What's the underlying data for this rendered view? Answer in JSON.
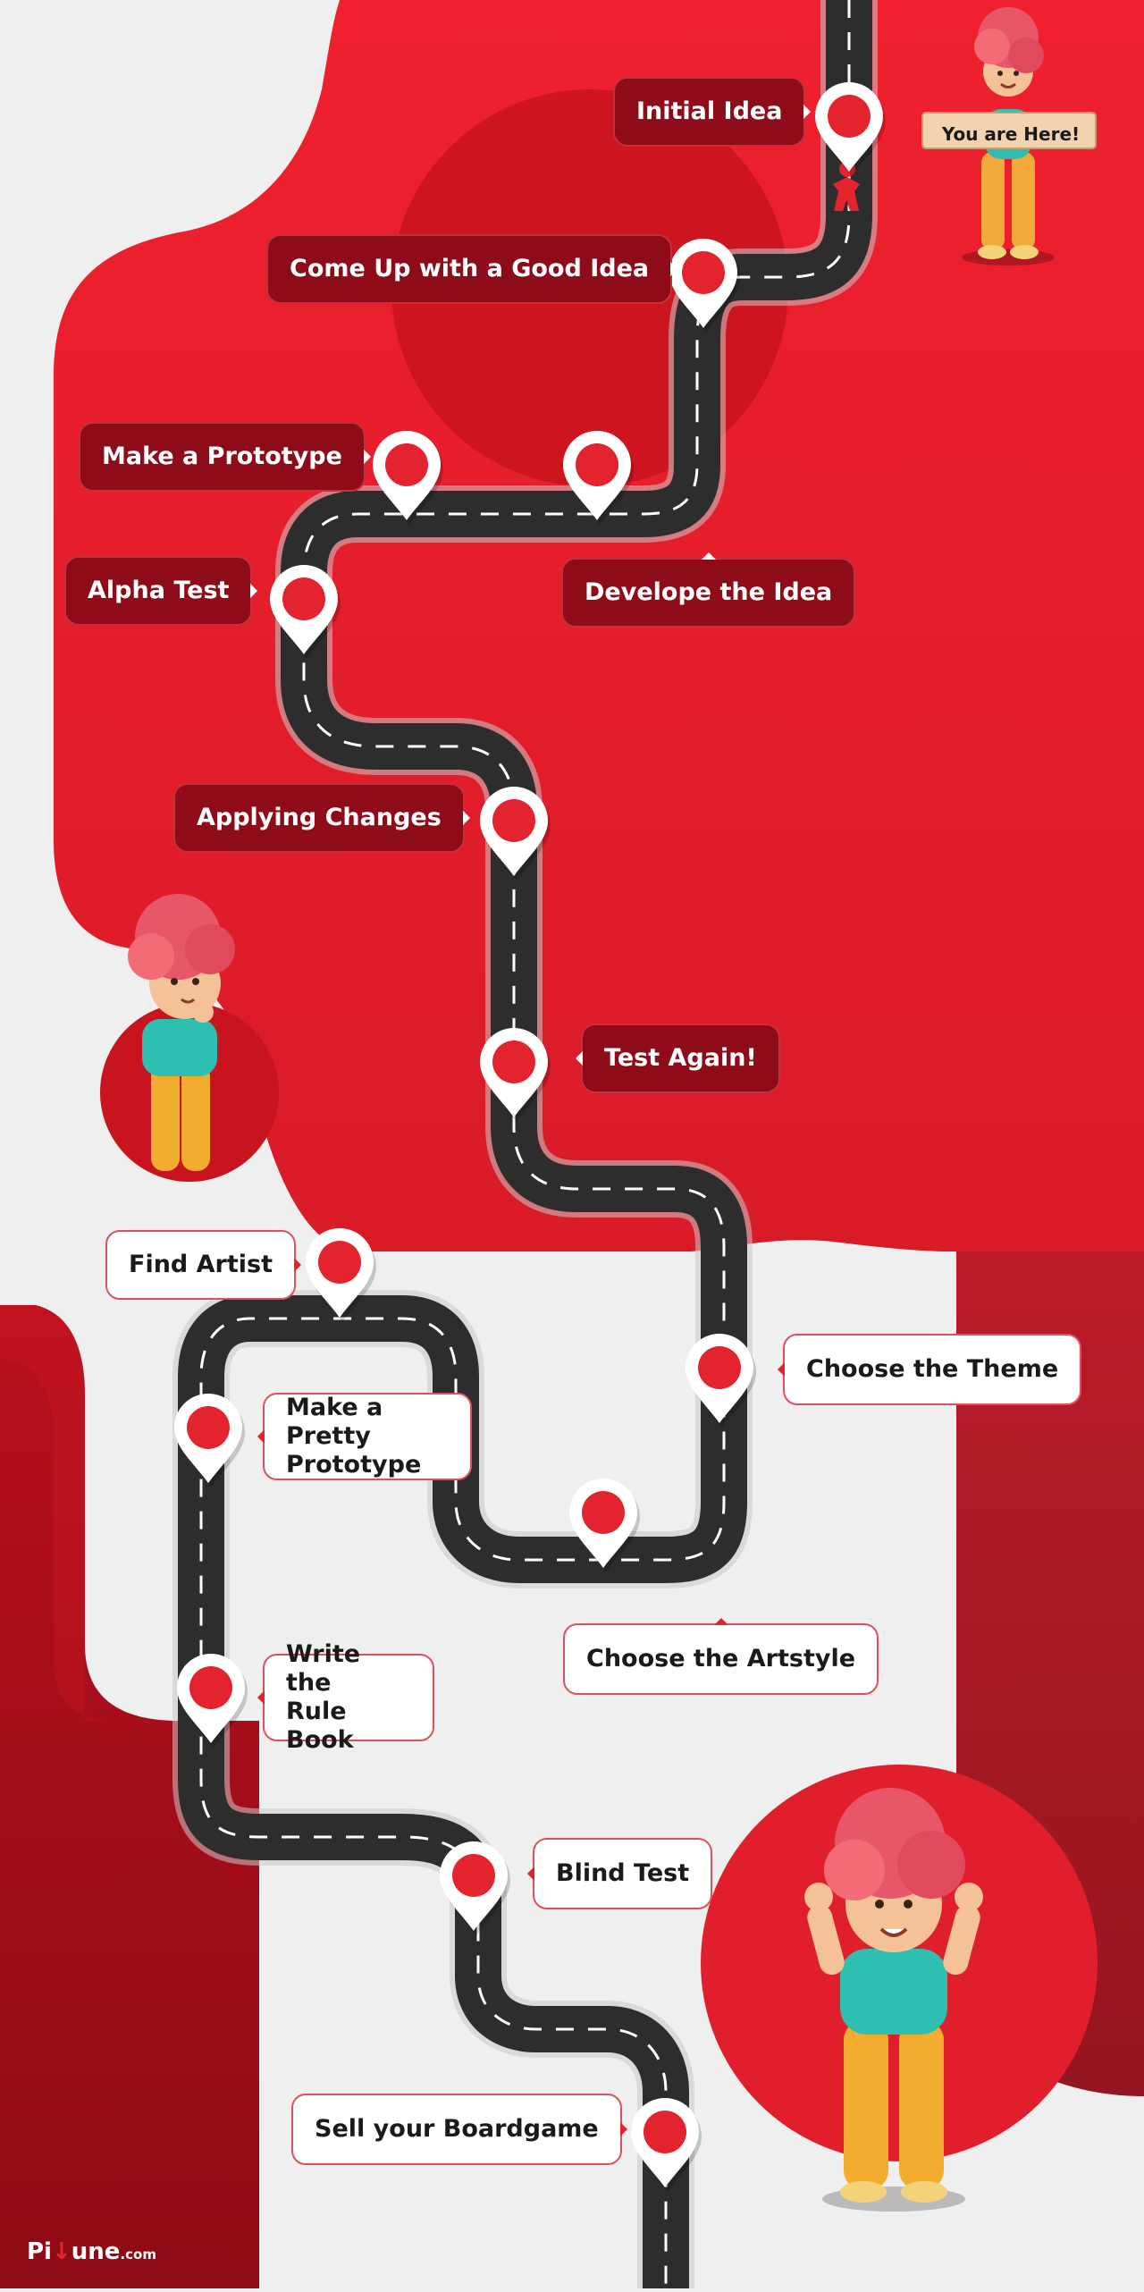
{
  "milestones": [
    {
      "id": "initial-idea",
      "label": "Initial Idea"
    },
    {
      "id": "good-idea",
      "label": "Come Up with a Good Idea"
    },
    {
      "id": "prototype",
      "label": "Make a Prototype"
    },
    {
      "id": "develop",
      "label": "Develope the Idea"
    },
    {
      "id": "alpha",
      "label": "Alpha Test"
    },
    {
      "id": "changes",
      "label": "Applying Changes"
    },
    {
      "id": "test-again",
      "label": "Test Again!"
    },
    {
      "id": "find-artist",
      "label": "Find Artist"
    },
    {
      "id": "theme",
      "label": "Choose the Theme"
    },
    {
      "id": "pretty-prototype",
      "label": "Make a Pretty\nPrototype"
    },
    {
      "id": "artstyle",
      "label": "Choose the Artstyle"
    },
    {
      "id": "rule-book",
      "label": "Write the\nRule Book"
    },
    {
      "id": "blind-test",
      "label": "Blind Test"
    },
    {
      "id": "sell",
      "label": "Sell your Boardgame"
    }
  ],
  "sign_text": "You are Here!",
  "brand": {
    "name_prefix": "Pi",
    "name_suffix": "une",
    "domain": ".com"
  },
  "colors": {
    "red": "#e3232e",
    "dark_red": "#8e0c19",
    "road": "#2d2d2d",
    "background": "#efefef"
  }
}
